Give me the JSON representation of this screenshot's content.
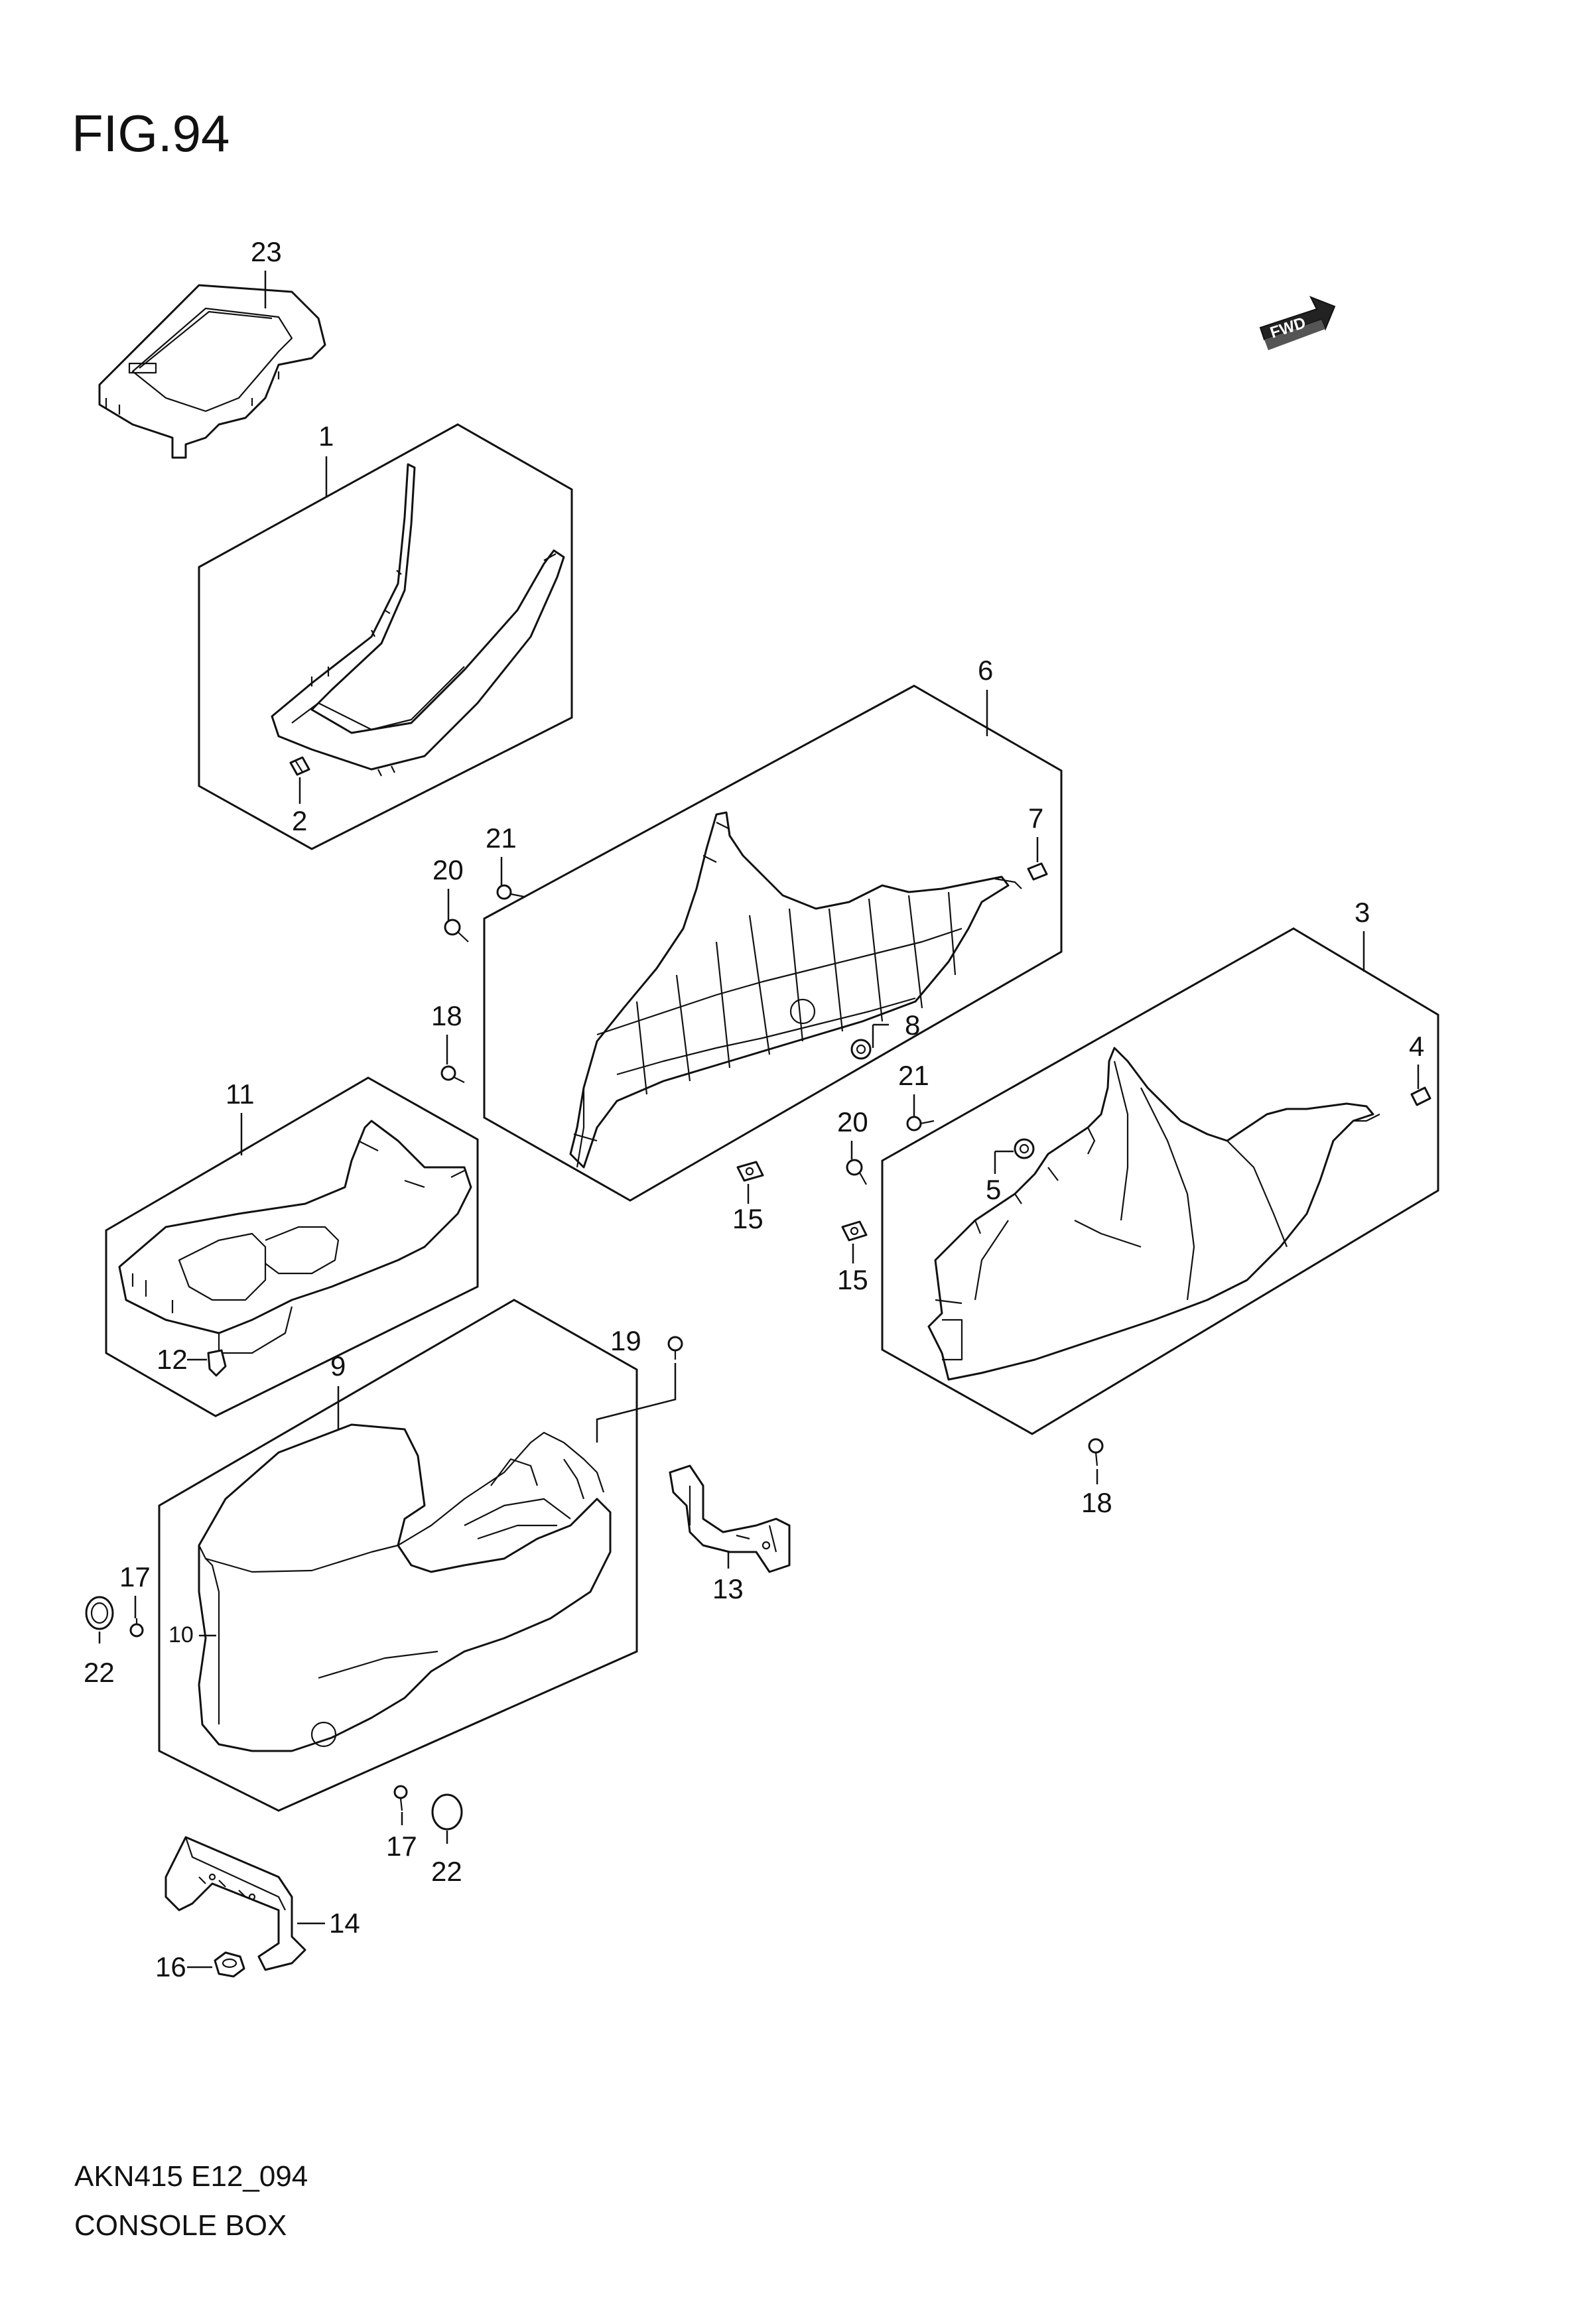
{
  "figure": {
    "title": "FIG.94"
  },
  "fwd_arrow": {
    "label": "FWD"
  },
  "callouts": {
    "c1": "1",
    "c2": "2",
    "c3": "3",
    "c4": "4",
    "c5": "5",
    "c6": "6",
    "c7": "7",
    "c8": "8",
    "c9": "9",
    "c10": "10",
    "c11": "11",
    "c12": "12",
    "c13": "13",
    "c14": "14",
    "c15a": "15",
    "c15b": "15",
    "c16": "16",
    "c17a": "17",
    "c17b": "17",
    "c18a": "18",
    "c18b": "18",
    "c19": "19",
    "c20a": "20",
    "c20b": "20",
    "c21a": "21",
    "c21b": "21",
    "c22a": "22",
    "c22b": "22",
    "c23": "23"
  },
  "footer": {
    "code": "AKN415 E12_094",
    "name": "CONSOLE BOX"
  }
}
